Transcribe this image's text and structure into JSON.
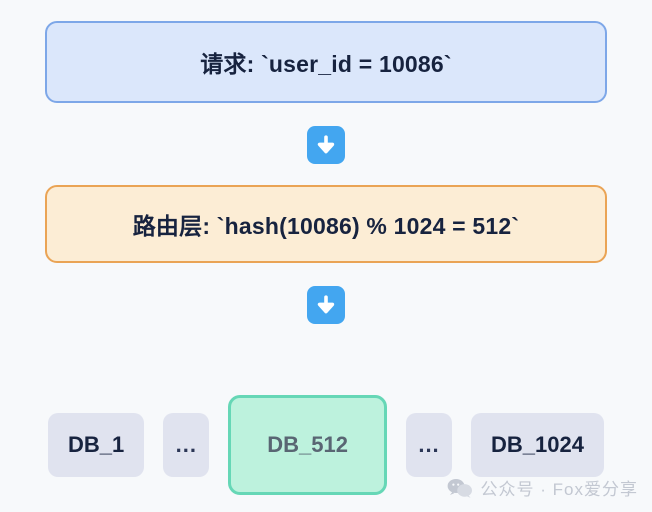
{
  "diagram": {
    "type": "flow",
    "title": "",
    "background_color": "#f7f9fb",
    "steps": [
      {
        "id": "request",
        "label": "请求: `user_id = 10086`",
        "fill_color": "#dbe7fb",
        "border_color": "#7da7e8",
        "text_color": "#17233f"
      },
      {
        "id": "router",
        "label": "路由层: `hash(10086) % 1024 = 512`",
        "fill_color": "#fcedd5",
        "border_color": "#eaa455",
        "text_color": "#17233f"
      }
    ],
    "connectors": [
      {
        "id": "connector-1",
        "icon": "arrow-down-icon",
        "color": "#43a6f0"
      },
      {
        "id": "connector-2",
        "icon": "arrow-down-icon",
        "color": "#43a6f0"
      }
    ],
    "shards": [
      {
        "id": "db-1",
        "label": "DB_1",
        "state": "normal",
        "fill_color": "#e0e3ef",
        "text_color": "#17233f"
      },
      {
        "id": "gap-1",
        "label": "...",
        "state": "ellipsis",
        "fill_color": "#e0e3ef",
        "text_color": "#2b3656"
      },
      {
        "id": "db-512",
        "label": "DB_512",
        "state": "active",
        "fill_color": "#bdf2dd",
        "border_color": "#66d7b6",
        "text_color": "#596673"
      },
      {
        "id": "gap-2",
        "label": "...",
        "state": "ellipsis",
        "fill_color": "#e0e3ef",
        "text_color": "#2b3656"
      },
      {
        "id": "db-1024",
        "label": "DB_1024",
        "state": "normal",
        "fill_color": "#e0e3ef",
        "text_color": "#17233f"
      }
    ]
  },
  "watermark": {
    "icon": "wechat-icon",
    "text": "公众号 · Fox爱分享",
    "color": "#c3c8d2"
  }
}
